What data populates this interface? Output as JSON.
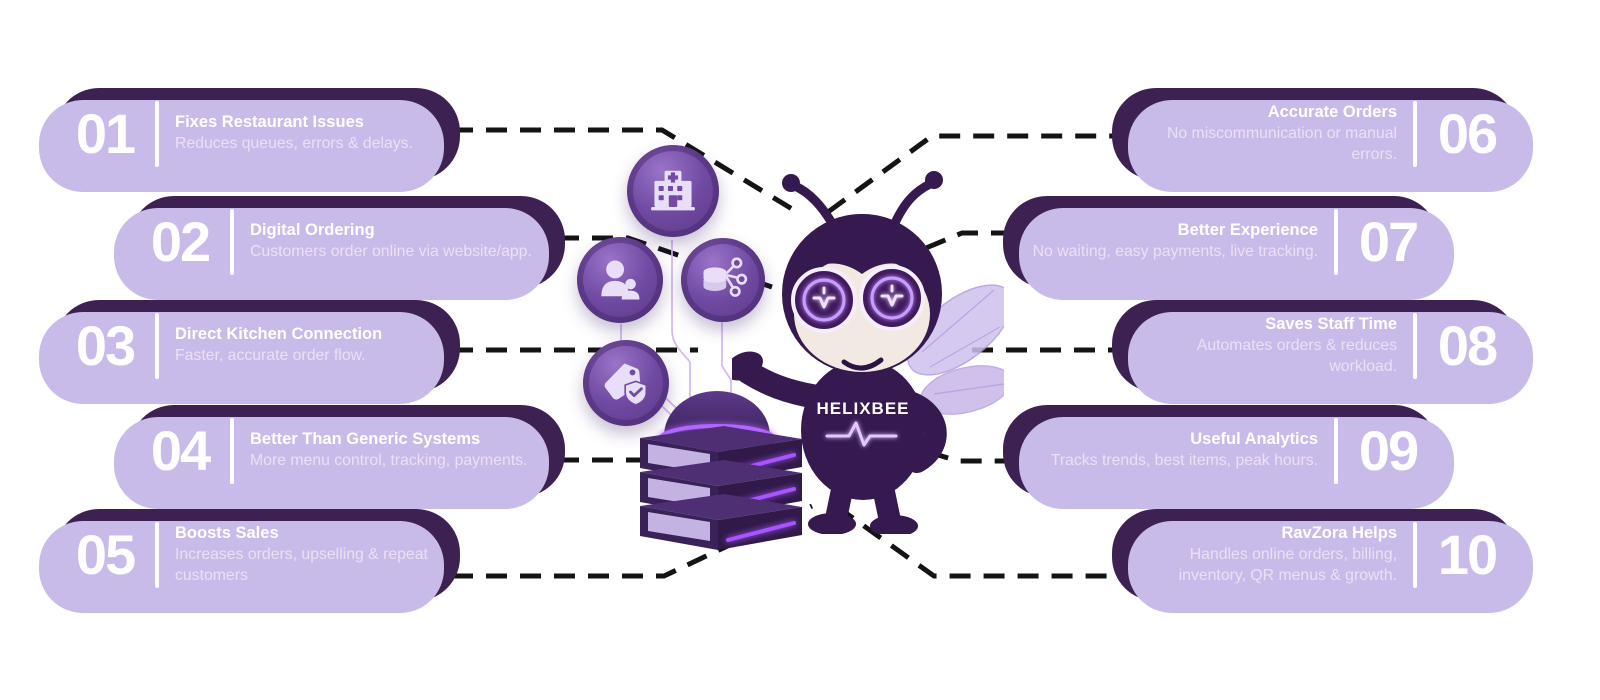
{
  "mascot": {
    "name": "HELIXBEE"
  },
  "colors": {
    "card_bg": "#3e2153",
    "card_shadow": "#c9bbe9",
    "connector": "#141414",
    "badge_purple": "#714aa3",
    "neon_purple": "#a855ff",
    "glyph_lavender": "#e8def7",
    "background": "#ffffff"
  },
  "center_icons": [
    {
      "name": "hospital-building-icon"
    },
    {
      "name": "people-icon"
    },
    {
      "name": "database-network-icon"
    },
    {
      "name": "tag-shield-icon"
    }
  ],
  "items": [
    {
      "number": "01",
      "title": "Fixes Restaurant Issues",
      "description": "Reduces queues, errors & delays.",
      "side": "left"
    },
    {
      "number": "02",
      "title": "Digital Ordering",
      "description": "Customers order online via website/app.",
      "side": "left"
    },
    {
      "number": "03",
      "title": "Direct Kitchen Connection",
      "description": "Faster, accurate order flow.",
      "side": "left"
    },
    {
      "number": "04",
      "title": "Better Than Generic Systems",
      "description": "More menu control, tracking, payments.",
      "side": "left"
    },
    {
      "number": "05",
      "title": "Boosts Sales",
      "description": "Increases orders, upselling & repeat customers",
      "side": "left"
    },
    {
      "number": "06",
      "title": "Accurate Orders",
      "description": "No miscommunication or manual errors.",
      "side": "right"
    },
    {
      "number": "07",
      "title": "Better Experience",
      "description": "No waiting, easy payments, live tracking.",
      "side": "right"
    },
    {
      "number": "08",
      "title": "Saves Staff Time",
      "description": "Automates orders & reduces workload.",
      "side": "right"
    },
    {
      "number": "09",
      "title": "Useful Analytics",
      "description": "Tracks trends, best items, peak hours.",
      "side": "right"
    },
    {
      "number": "10",
      "title": "RavZora Helps",
      "description": "Handles online orders, billing, inventory, QR menus & growth.",
      "side": "right"
    }
  ]
}
